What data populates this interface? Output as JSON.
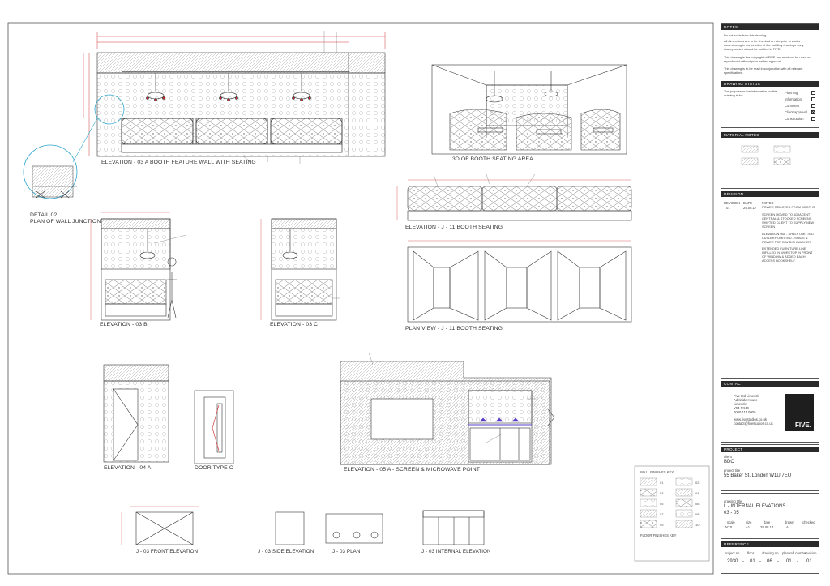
{
  "views": {
    "elev_03a": "ELEVATION - 03 A BOOTH FEATURE WALL WITH SEATING",
    "view_3d": "3D OF BOOTH SEATING AREA",
    "detail_02_line1": "DETAIL 02",
    "detail_02_line2": "PLAN OF WALL JUNCTION",
    "elev_03b": "ELEVATION - 03 B",
    "elev_03c": "ELEVATION - 03 C",
    "elev_j11": "ELEVATION - J - 11 BOOTH SEATING",
    "plan_j11": "PLAN VIEW - J - 11 BOOTH SEATING",
    "elev_04a": "ELEVATION - 04 A",
    "door_c": "DOOR TYPE C",
    "elev_05a": "ELEVATION - 05 A - SCREEN & MICROWAVE POINT",
    "j03_front": "J - 03 FRONT ELEVATION",
    "j03_side": "J - 03 SIDE ELEVATION",
    "j03_plan": "J - 03 PLAN",
    "j03_internal": "J - 03 INTERNAL ELEVATION"
  },
  "title_block": {
    "notes": {
      "heading": "NOTES",
      "lines": [
        "Do not scale from this drawing.",
        "All dimensions are to be checked on site prior to works commencing in conjunction of the building drawings - any discrepancies should be notified to FIVE.",
        "This drawing is the copyright of FIVE and must not be used or reproduced without prior written approval.",
        "This drawing is to be read in conjunction with all relevant specifications."
      ]
    },
    "drawing_status": {
      "heading": "DRAWING STATUS",
      "intro": "The purpose or the information on this drawing is for:",
      "options": [
        {
          "label": "Planning",
          "checked": false
        },
        {
          "label": "Information",
          "checked": false
        },
        {
          "label": "Comment",
          "checked": false
        },
        {
          "label": "Client approval",
          "checked": true
        },
        {
          "label": "Construction",
          "checked": false
        }
      ]
    },
    "material_key": {
      "heading": "MATERIAL NOTES"
    },
    "revision": {
      "heading": "REVISION",
      "col_rev": "REVISION",
      "col_date": "DATE",
      "col_notes": "NOTES",
      "rows": [
        {
          "rev": "01",
          "date": "29.08.17",
          "notes": "POWER REMOVED FROM BOOTHS"
        },
        {
          "rev": "",
          "date": "",
          "notes": "SCREEN MOVED TO ADJACENT CENTRAL & STOCKED SCREENS SHIFTED CLIENT TO SUPPLY NEW SCREEN"
        },
        {
          "rev": "",
          "date": "",
          "notes": "ELEVATION 05A - SHELF OMITTED - CUTLERY OMITTED - SPACE & POWER FOR BIN/ DISHWASHER"
        },
        {
          "rev": "",
          "date": "",
          "notes": "EXTENDED FURNITURE LINE INFILLED IN WORKTOP IN FRONT OF WINDOW & ADDED EACH ACCESS BOOKSHELF"
        }
      ]
    },
    "contact": {
      "heading": "CONTACT",
      "lines": [
        "Five Ltd Limerick",
        "Adelaide House",
        "Limerick",
        "V94 PX40",
        "0000 111 0000",
        "",
        "www.fivestudios.co.uk",
        "contact@fivestudios.co.uk"
      ],
      "logo": "FIVE."
    },
    "project": {
      "heading": "PROJECT",
      "client_label": "client",
      "client": "BDO",
      "project_title_label": "project title",
      "project_title": "55 Baker St, London W1U 7EU"
    },
    "drawing": {
      "drawing_title_label": "drawing title",
      "drawing_title": "L - INTERNAL ELEVATIONS",
      "drawing_subtitle": "03 - 05",
      "scale_label": "scale",
      "scale": "NTS",
      "size_label": "size",
      "size": "A1",
      "date_label": "date",
      "date": "29.08.17",
      "drawn_label": "drawn",
      "drawn": "AL",
      "checked_label": "checked",
      "checked": ""
    },
    "reference": {
      "heading": "REFERENCE",
      "labels": [
        "project no.",
        "floor",
        "drawing no.",
        "plan ref. number",
        "revision"
      ],
      "values": [
        "2930",
        "01",
        "06",
        "01",
        "01"
      ],
      "sep": "-"
    }
  },
  "material_legend": {
    "heading": "WALL FINISHES KEY",
    "heading2": "FLOOR FINISHES KEY",
    "items": [
      "01",
      "02",
      "03",
      "04",
      "05",
      "06",
      "07",
      "08",
      "09",
      "10"
    ]
  },
  "colors": {
    "line": "#3a3a3a",
    "dim": "#d23c3c",
    "detail": "#2aa3c9",
    "accent": "#5a3cc8",
    "titlebar": "#2a2a2a"
  }
}
